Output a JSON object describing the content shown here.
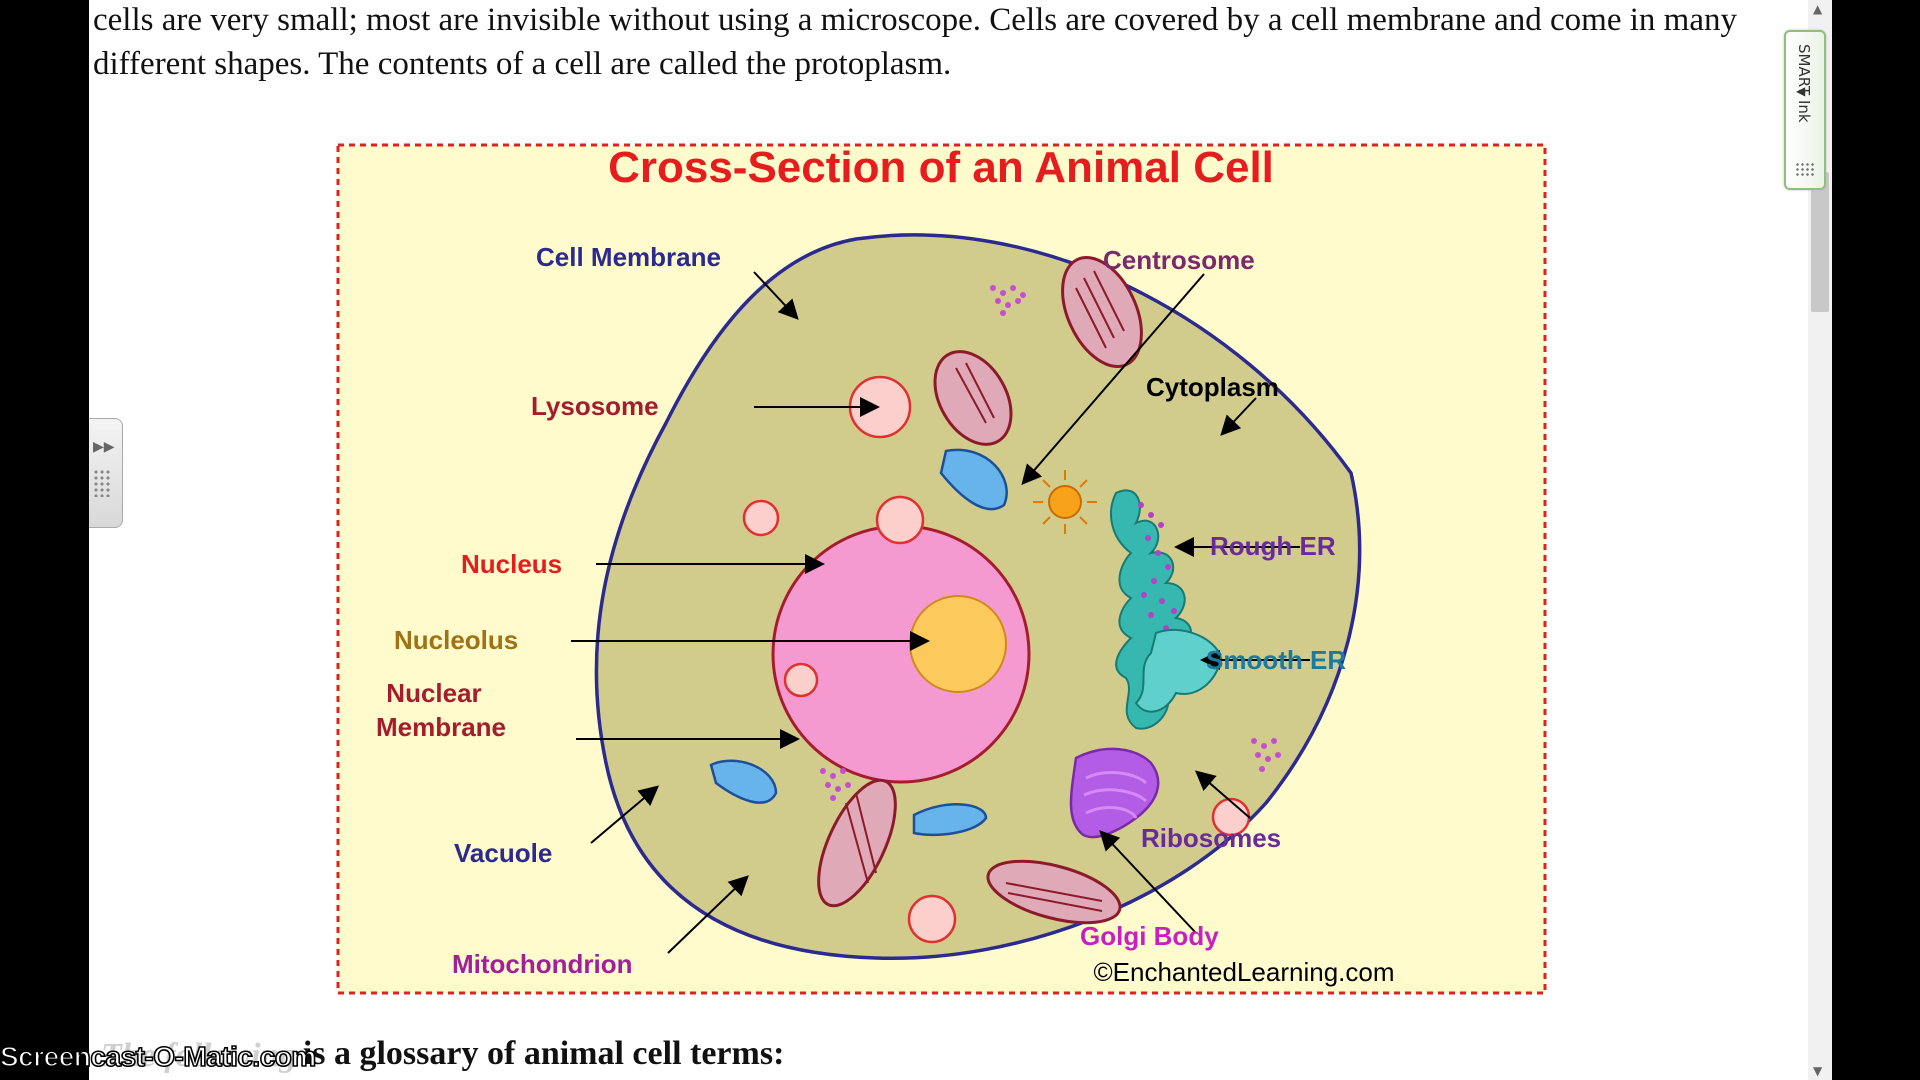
{
  "article": {
    "paragraph": "cells are very small; most are invisible without using a microscope. Cells are covered by a cell membrane and come in many different shapes. The contents of a cell are called the protoplasm.",
    "glossary_heading": "is a glossary of animal cell terms:",
    "glossary_overlap": "The following"
  },
  "diagram": {
    "title": "Cross-Section of an Animal Cell",
    "credit": "©EnchantedLearning.com",
    "labels": {
      "cell_membrane": "Cell Membrane",
      "lysosome": "Lysosome",
      "nucleus": "Nucleus",
      "nucleolus": "Nucleolus",
      "nuclear_membrane_1": "Nuclear",
      "nuclear_membrane_2": "Membrane",
      "vacuole": "Vacuole",
      "mitochondrion": "Mitochondrion",
      "centrosome": "Centrosome",
      "cytoplasm": "Cytoplasm",
      "rough_er": "Rough ER",
      "smooth_er": "Smooth ER",
      "ribosomes": "Ribosomes",
      "golgi_body": "Golgi Body"
    },
    "colors": {
      "background": "#fffbcc",
      "border": "#dd2222",
      "cytoplasm": "#d2cc8c",
      "membrane": "#2b2b8f",
      "nucleus": "#f59ad0",
      "nucleolus": "#fbc95c",
      "mitochondrion": "#e0a9b8",
      "vacuole": "#67b4ea",
      "golgi": "#b35de6",
      "rough_er": "#2fb0a8",
      "title": "#e61d1d"
    }
  },
  "overlays": {
    "smart_ink_label": "SMART Ink",
    "watermark": "Screencast-O-Matic.com"
  }
}
